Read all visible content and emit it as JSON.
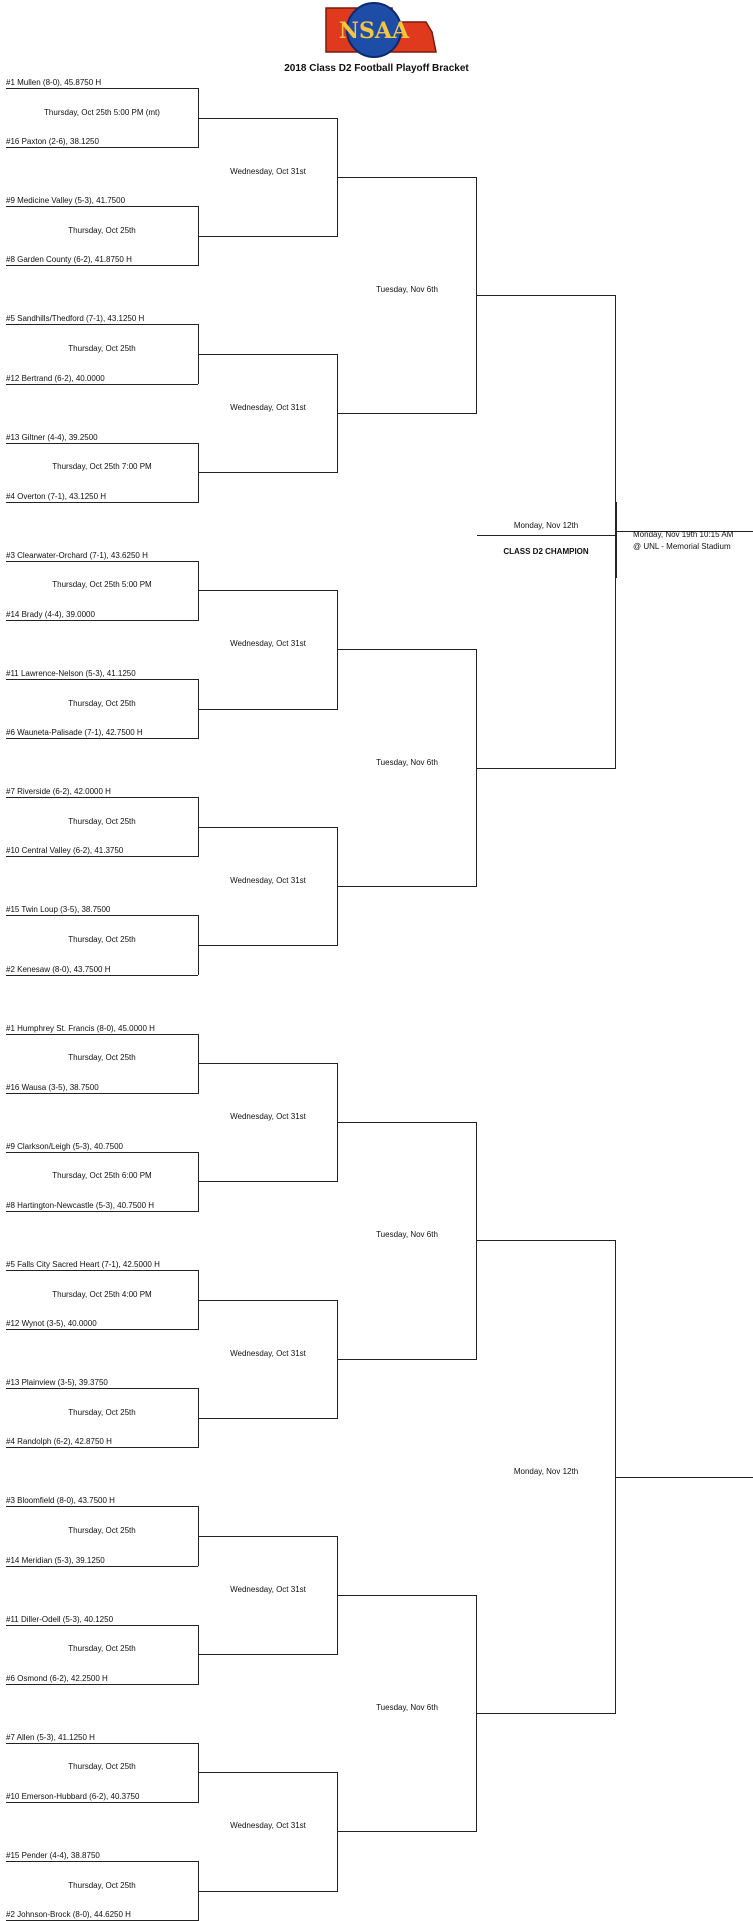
{
  "title": "2018 Class D2 Football Playoff Bracket",
  "logo": {
    "text": "NSAA",
    "colors": {
      "state_fill": "#e03a1e",
      "circle": "#1e4da8",
      "text": "#f4c542"
    }
  },
  "teams": [
    "#1 Mullen (8-0), 45.8750 H",
    "#16 Paxton (2-6), 38.1250",
    "#9 Medicine Valley (5-3), 41.7500",
    "#8 Garden County (6-2), 41.8750 H",
    "#5 Sandhills/Thedford (7-1), 43.1250 H",
    "#12 Bertrand (6-2), 40.0000",
    "#13 Giltner (4-4), 39.2500",
    "#4 Overton (7-1), 43.1250 H",
    "#3 Clearwater-Orchard (7-1), 43.6250 H",
    "#14 Brady (4-4), 39.0000",
    "#11 Lawrence-Nelson (5-3), 41.1250",
    "#6 Wauneta-Palisade (7-1), 42.7500 H",
    "#7 Riverside (6-2), 42.0000 H",
    "#10 Central Valley (6-2), 41.3750",
    "#15 Twin Loup (3-5), 38.7500",
    "#2 Kenesaw (8-0), 43.7500 H",
    "#1 Humphrey St. Francis (8-0), 45.0000 H",
    "#16 Wausa (3-5), 38.7500",
    "#9 Clarkson/Leigh (5-3), 40.7500",
    "#8 Hartington-Newcastle (5-3), 40.7500 H",
    "#5 Falls City Sacred Heart (7-1), 42.5000 H",
    "#12 Wynot (3-5), 40.0000",
    "#13 Plainview (3-5), 39.3750",
    "#4 Randolph (6-2), 42.8750 H",
    "#3 Bloomfield (8-0), 43.7500 H",
    "#14 Meridian (5-3), 39.1250",
    "#11 Diller-Odell (5-3), 40.1250",
    "#6 Osmond (6-2), 42.2500 H",
    "#7 Allen (5-3), 41.1250 H",
    "#10 Emerson-Hubbard (6-2), 40.3750",
    "#15 Pender (4-4), 38.8750",
    "#2 Johnson-Brock (8-0), 44.6250 H"
  ],
  "round1": [
    "Thursday, Oct 25th 5:00 PM (mt)",
    "Thursday, Oct 25th",
    "Thursday, Oct 25th",
    "Thursday, Oct 25th 7:00 PM",
    "Thursday, Oct 25th 5:00 PM",
    "Thursday, Oct 25th",
    "Thursday, Oct 25th",
    "Thursday, Oct 25th",
    "Thursday, Oct 25th",
    "Thursday, Oct 25th 6:00 PM",
    "Thursday, Oct 25th 4:00 PM",
    "Thursday, Oct 25th",
    "Thursday, Oct 25th",
    "Thursday, Oct 25th",
    "Thursday, Oct 25th",
    "Thursday, Oct 25th"
  ],
  "round2": [
    "Wednesday, Oct 31st",
    "Wednesday, Oct 31st",
    "Wednesday, Oct 31st",
    "Wednesday, Oct 31st",
    "Wednesday, Oct 31st",
    "Wednesday, Oct 31st",
    "Wednesday, Oct 31st",
    "Wednesday, Oct 31st"
  ],
  "round3": [
    "Tuesday, Nov 6th",
    "Tuesday, Nov 6th",
    "Tuesday, Nov 6th",
    "Tuesday, Nov 6th"
  ],
  "round4": [
    "Monday, Nov 12th",
    "Monday, Nov 12th"
  ],
  "final": {
    "date": "Monday, Nov 19th 10:15 AM",
    "venue": "@ UNL - Memorial Stadium",
    "champion_label": "CLASS D2 CHAMPION"
  }
}
